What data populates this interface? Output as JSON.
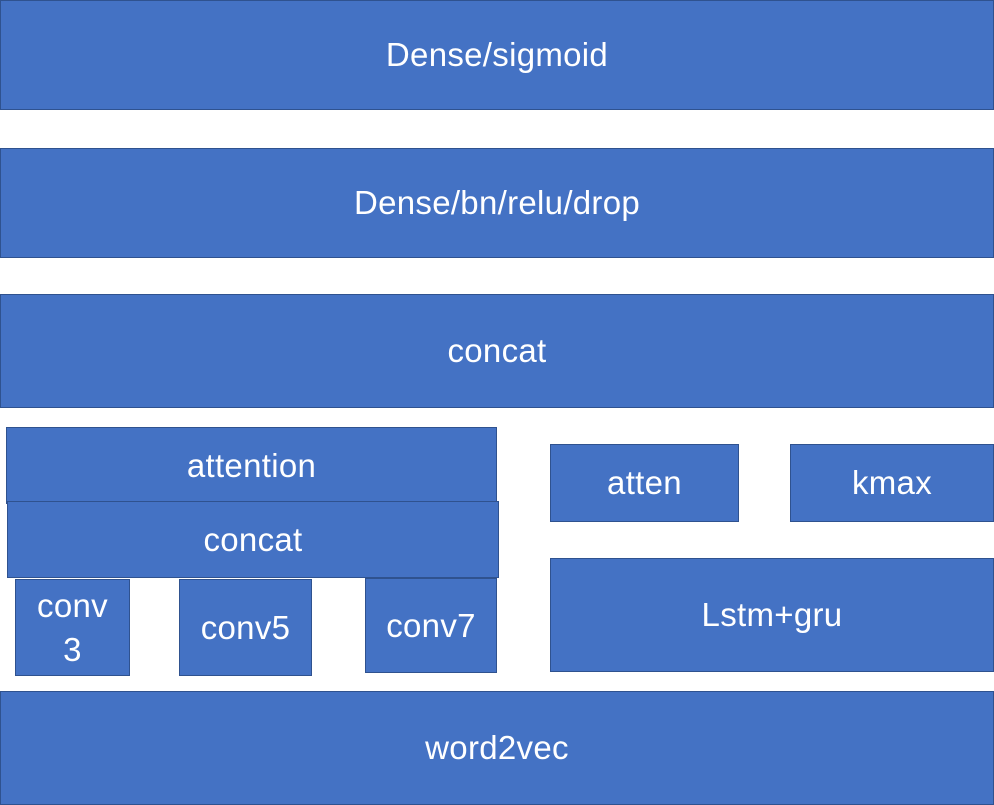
{
  "diagram": {
    "blocks": {
      "dense_sigmoid": "Dense/sigmoid",
      "dense_bn_relu_drop": "Dense/bn/relu/drop",
      "concat_top": "concat",
      "attention": "attention",
      "concat_inner": "concat",
      "conv3": "conv 3",
      "conv5": "conv5",
      "conv7": "conv7",
      "atten": "atten",
      "kmax": "kmax",
      "lstm_gru": "Lstm+gru",
      "word2vec": "word2vec"
    },
    "colors": {
      "block_fill": "#4472c4",
      "block_border": "#2f528f",
      "text": "#ffffff"
    }
  }
}
